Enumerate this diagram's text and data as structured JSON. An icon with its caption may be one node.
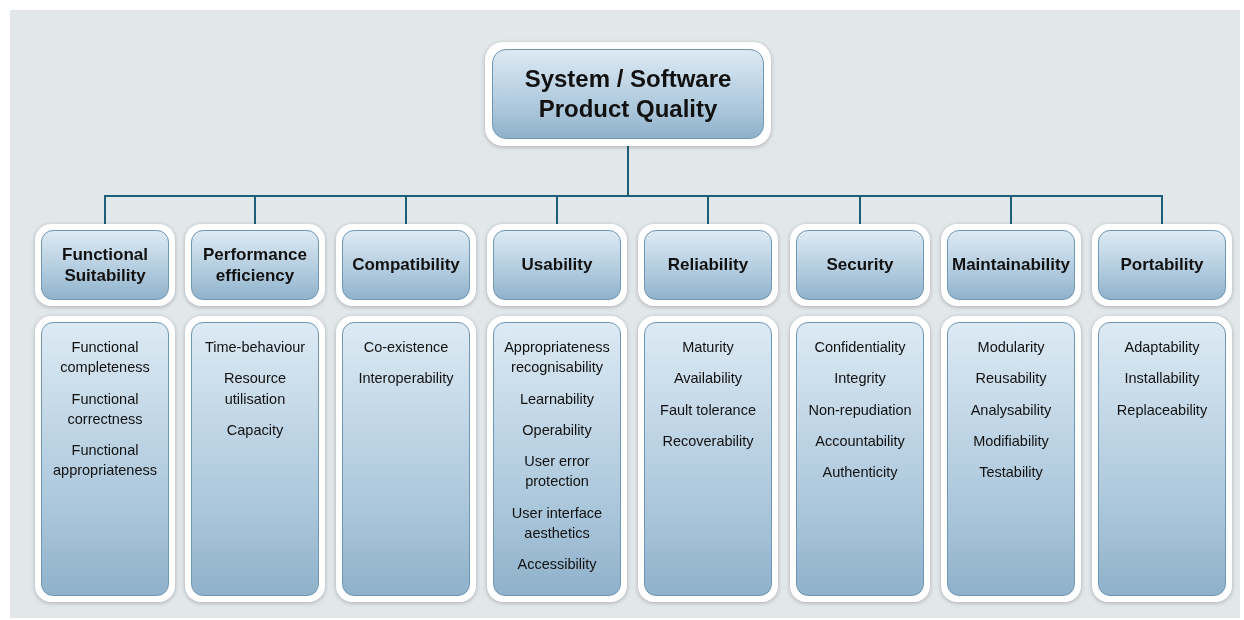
{
  "diagram": {
    "nodes": [
      {
        "text": [
          "System / Software Product Quality"
        ]
      },
      {
        "text": [
          "Functional Suitability"
        ]
      },
      {
        "text": [
          "Performance efficiency"
        ]
      },
      {
        "text": [
          "Compatibility"
        ]
      },
      {
        "text": [
          "Usability"
        ]
      },
      {
        "text": [
          "Reliability"
        ]
      },
      {
        "text": [
          "Security"
        ]
      },
      {
        "text": [
          "Maintainability"
        ]
      },
      {
        "text": [
          "Portability"
        ]
      },
      {
        "text": [
          "Functional completeness",
          "Functional correctness",
          "Functional appropriateness"
        ]
      },
      {
        "text": [
          "Time-behaviour",
          "Resource utilisation",
          "Capacity"
        ]
      },
      {
        "text": [
          "Co-existence",
          "Interoperability"
        ]
      },
      {
        "text": [
          "Appropriateness recognisability",
          "Learnability",
          "Operability",
          "User error protection",
          "User interface aesthetics",
          "Accessibility"
        ]
      },
      {
        "text": [
          "Maturity",
          "Availability",
          "Fault tolerance",
          "Recoverability"
        ]
      },
      {
        "text": [
          "Confidentiality",
          "Integrity",
          "Non-repudiation",
          "Accountability",
          "Authenticity"
        ]
      },
      {
        "text": [
          "Modularity",
          "Reusability",
          "Analysability",
          "Modifiability",
          "Testability"
        ]
      },
      {
        "text": [
          "Adaptability",
          "Installability",
          "Replaceability"
        ]
      }
    ],
    "edges": [
      {
        "from": 0,
        "to": 1,
        "arrow": "none"
      },
      {
        "from": 0,
        "to": 2,
        "arrow": "none"
      },
      {
        "from": 0,
        "to": 3,
        "arrow": "none"
      },
      {
        "from": 0,
        "to": 4,
        "arrow": "none"
      },
      {
        "from": 0,
        "to": 5,
        "arrow": "none"
      },
      {
        "from": 0,
        "to": 6,
        "arrow": "none"
      },
      {
        "from": 0,
        "to": 7,
        "arrow": "none"
      },
      {
        "from": 0,
        "to": 8,
        "arrow": "none"
      }
    ]
  }
}
